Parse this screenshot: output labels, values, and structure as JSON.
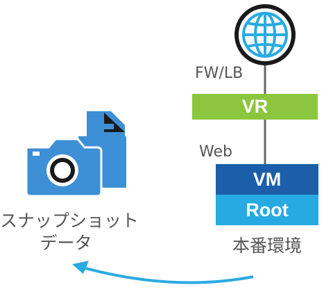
{
  "diagram": {
    "globe": {
      "icon": "globe-icon"
    },
    "labels": {
      "fw_lb": "FW/LB",
      "web": "Web"
    },
    "vr": {
      "label": "VR",
      "color": "#8cc63f"
    },
    "vm": {
      "label": "VM",
      "color": "#1c5fa8"
    },
    "root": {
      "label": "Root",
      "color": "#27aae1"
    },
    "production": {
      "label": "本番環境"
    },
    "snapshot": {
      "icon": "camera-document-icon",
      "line1": "スナップショット",
      "line2": "データ"
    },
    "arrow": {
      "color": "#29abe2"
    },
    "connector_color": "#666666",
    "icon_blue": "#3d8fd6"
  }
}
